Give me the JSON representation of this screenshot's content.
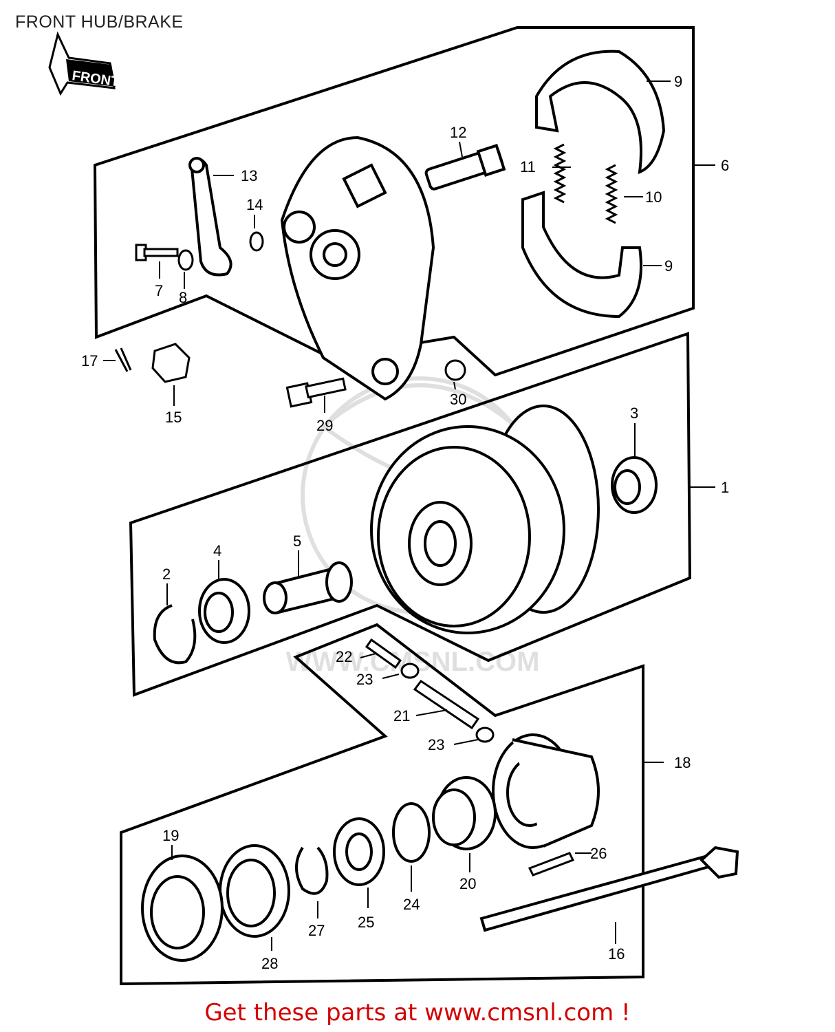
{
  "title": "FRONT HUB/BRAKE",
  "front_badge": "FRONT",
  "watermark": "WWW.CMSNL.COM",
  "callouts": [
    "1",
    "2",
    "3",
    "4",
    "5",
    "6",
    "7",
    "8",
    "9",
    "9",
    "10",
    "11",
    "12",
    "13",
    "14",
    "15",
    "16",
    "17",
    "18",
    "19",
    "20",
    "21",
    "22",
    "23",
    "23",
    "24",
    "25",
    "26",
    "27",
    "28",
    "29",
    "30"
  ],
  "footer": {
    "text": "Get these parts at www.cmsnl.com !",
    "link_color": "#d40000"
  }
}
